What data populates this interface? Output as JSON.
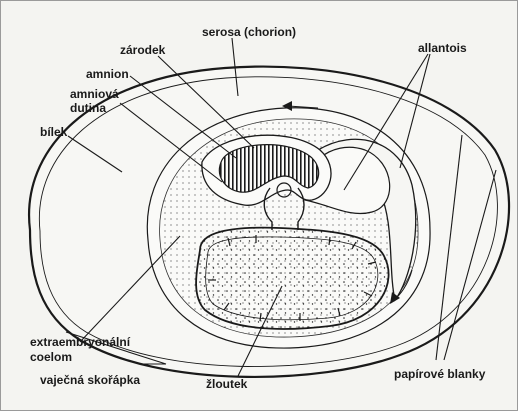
{
  "labels": {
    "serosa": "serosa (chorion)",
    "zarodek": "zárodek",
    "amnion": "amnion",
    "amniova_1": "amniová",
    "amniova_2": "dutina",
    "bilek": "bílek",
    "allantois": "allantois",
    "extra_1": "extraembryonální",
    "extra_2": "coelom",
    "skorapka": "vaječná skořápka",
    "zloutek": "žloutek",
    "blanky": "papírové blanky"
  },
  "colors": {
    "ink": "#1a1a1a",
    "paper": "#f4f4f1"
  }
}
